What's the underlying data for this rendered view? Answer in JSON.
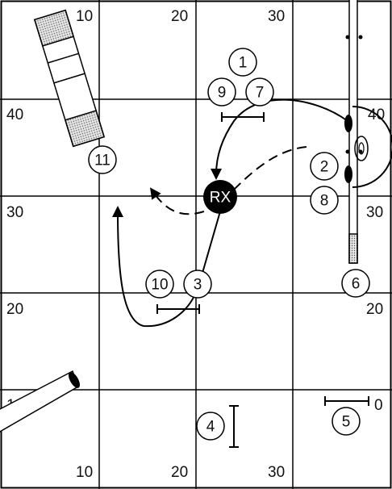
{
  "grid_labels": {
    "top": [
      "10",
      "20",
      "30"
    ],
    "bottom": [
      "10",
      "20",
      "30"
    ],
    "left": [
      "40",
      "30",
      "20",
      "1"
    ],
    "right": [
      "40",
      "30",
      "20",
      "0"
    ]
  },
  "markers": [
    "1",
    "9",
    "7",
    "2",
    "8",
    "10",
    "3",
    "6",
    "11",
    "4",
    "5"
  ],
  "handler_marker": "RX",
  "colors": {
    "line": "#000000",
    "fill": "#ffffff",
    "shade": "#bdbdbd",
    "handler": "#000000"
  }
}
